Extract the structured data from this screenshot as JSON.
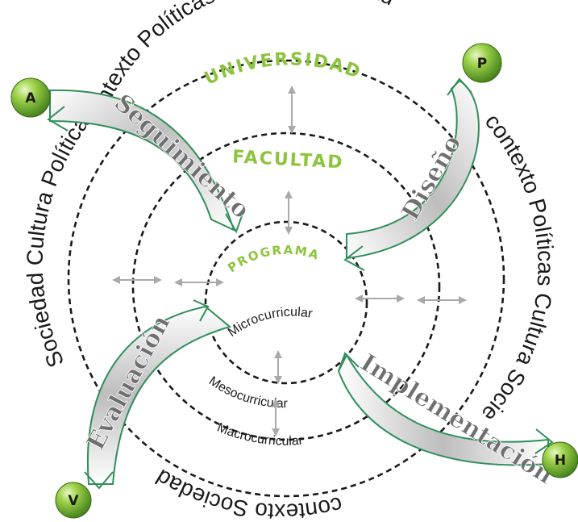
{
  "rings": {
    "outer": {
      "top_words": "contexto Políticas Cultura Sociedad",
      "right_words": "contexto Políticas Cultura Sociedad",
      "left_words": "Sociedad Cultura Políticas",
      "bottom_words": "contexto Sociedad"
    }
  },
  "levels": {
    "universidad": "UNIVERSIDAD",
    "facultad": "FACULTAD",
    "programa": "PROGRAMA"
  },
  "curricular": {
    "micro": "Microcurricular",
    "meso": "Mesocurricular",
    "macro": "Macrocurricular"
  },
  "phases": {
    "seguimiento": "Seguimiento",
    "diseno": "Diseño",
    "implementacion": "Implementación",
    "evaluacion": "Evaluación"
  },
  "nodes": {
    "a": "A",
    "p": "P",
    "h": "H",
    "v": "V"
  },
  "colors": {
    "green_label": "#8cc43c",
    "arrow_outline": "#2f8f5a",
    "ring": "#1a1a1a",
    "small_arrows": "#a9a9a9",
    "phase_text": "#6f6f6f"
  }
}
